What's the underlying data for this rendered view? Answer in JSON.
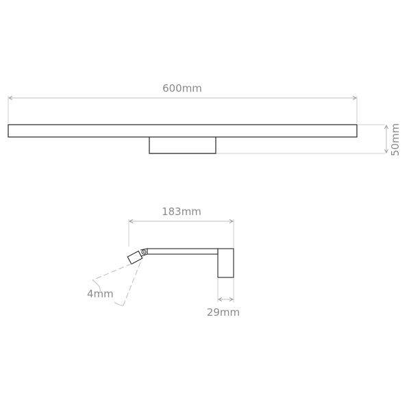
{
  "front_view": {
    "width_label": "600mm",
    "height_label": "50mm"
  },
  "side_view": {
    "depth_label": "183mm",
    "wall_plate_label": "29mm",
    "tilt_label": "4mm"
  },
  "colors": {
    "outline": "#222222",
    "dimension": "#aaaaaa",
    "text": "#8a8a8a"
  }
}
